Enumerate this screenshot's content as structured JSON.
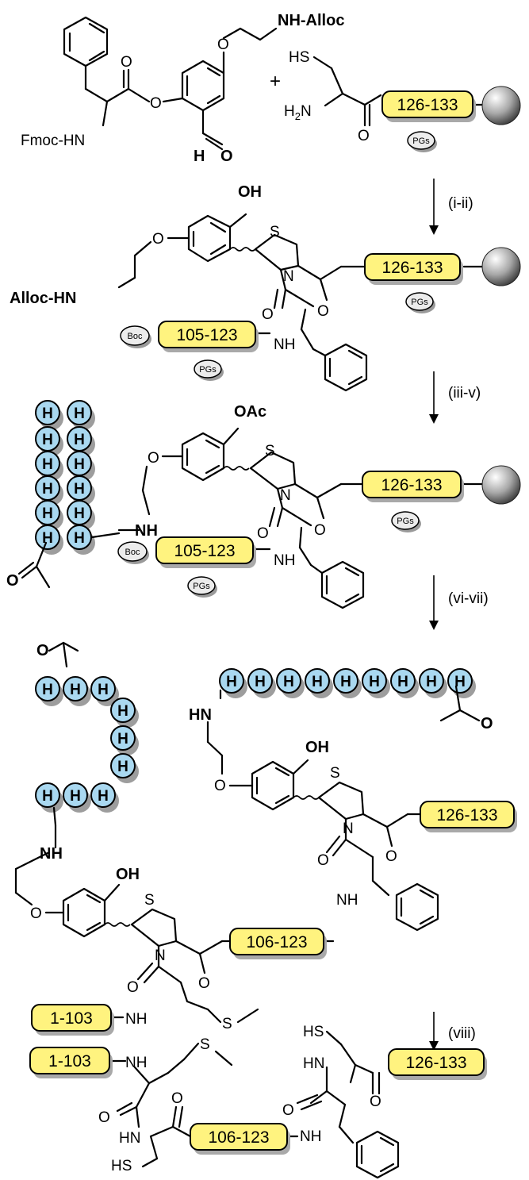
{
  "labels": {
    "fmoc_hn": "Fmoc-HN",
    "nh_alloc": "NH-Alloc",
    "alloc_hn": "Alloc-HN",
    "plus": "+",
    "hs": "HS",
    "h2n": "H2N",
    "oh": "OH",
    "oac": "OAc",
    "nh": "NH",
    "hn": "HN",
    "s": "S",
    "n": "N",
    "o": "O",
    "h": "H"
  },
  "fragments": {
    "f126_133": "126-133",
    "f105_123": "105-123",
    "f106_123": "106-123",
    "f1_103": "1-103"
  },
  "protecting_groups": {
    "pgs": "PGs",
    "boc": "Boc"
  },
  "histidine": "H",
  "steps": [
    "(i-ii)",
    "(iii-v)",
    "(vi-vii)",
    "(viii)"
  ],
  "colors": {
    "peptide_fragment": "#fff37f",
    "histidine_bead": "#a9d8f0",
    "shadow": "#a9a9a9"
  }
}
